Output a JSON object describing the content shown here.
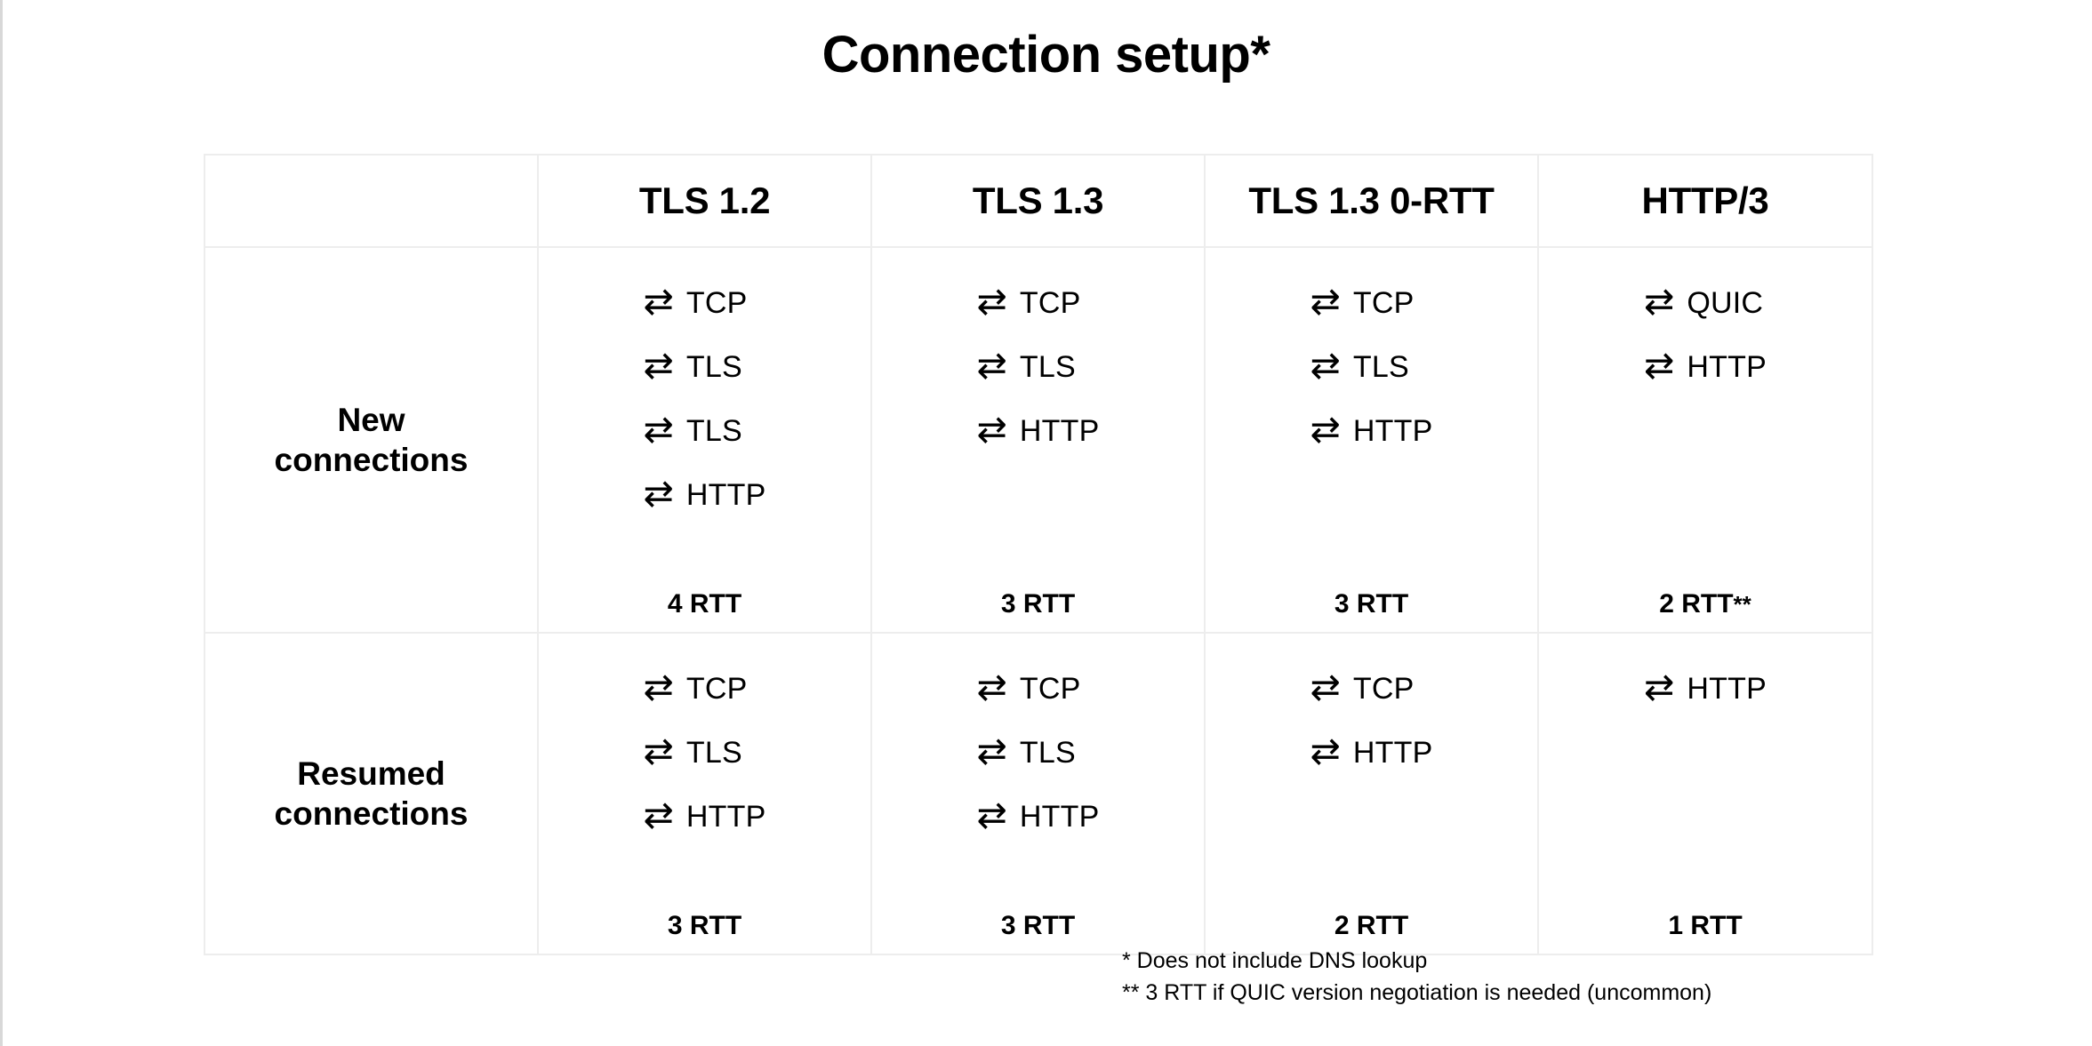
{
  "title": "Connection setup*",
  "table": {
    "corner_label": "",
    "columns": [
      "TLS 1.2",
      "TLS 1.3",
      "TLS 1.3 0-RTT",
      "HTTP/3"
    ],
    "arrow_icon": "⇄",
    "rows": [
      {
        "label": "New\nconnections",
        "label_line1": "New",
        "label_line2": "connections",
        "cells": [
          {
            "steps": [
              "TCP",
              "TLS",
              "TLS",
              "HTTP"
            ],
            "rtt": "4 RTT",
            "rtt_mark": ""
          },
          {
            "steps": [
              "TCP",
              "TLS",
              "HTTP"
            ],
            "rtt": "3 RTT",
            "rtt_mark": ""
          },
          {
            "steps": [
              "TCP",
              "TLS",
              "HTTP"
            ],
            "rtt": "3 RTT",
            "rtt_mark": ""
          },
          {
            "steps": [
              "QUIC",
              "HTTP"
            ],
            "rtt": "2 RTT",
            "rtt_mark": "**"
          }
        ]
      },
      {
        "label": "Resumed\nconnections",
        "label_line1": "Resumed",
        "label_line2": "connections",
        "cells": [
          {
            "steps": [
              "TCP",
              "TLS",
              "HTTP"
            ],
            "rtt": "3 RTT",
            "rtt_mark": ""
          },
          {
            "steps": [
              "TCP",
              "TLS",
              "HTTP"
            ],
            "rtt": "3 RTT",
            "rtt_mark": ""
          },
          {
            "steps": [
              "TCP",
              "HTTP"
            ],
            "rtt": "2 RTT",
            "rtt_mark": ""
          },
          {
            "steps": [
              "HTTP"
            ],
            "rtt": "1 RTT",
            "rtt_mark": ""
          }
        ]
      }
    ]
  },
  "footnotes": [
    "* Does not include DNS lookup",
    "** 3 RTT if QUIC version negotiation is needed (uncommon)"
  ],
  "colors": {
    "background": "#ffffff",
    "text": "#000000",
    "table_border": "#ededed",
    "edge_strip": "#d8d8d8"
  }
}
